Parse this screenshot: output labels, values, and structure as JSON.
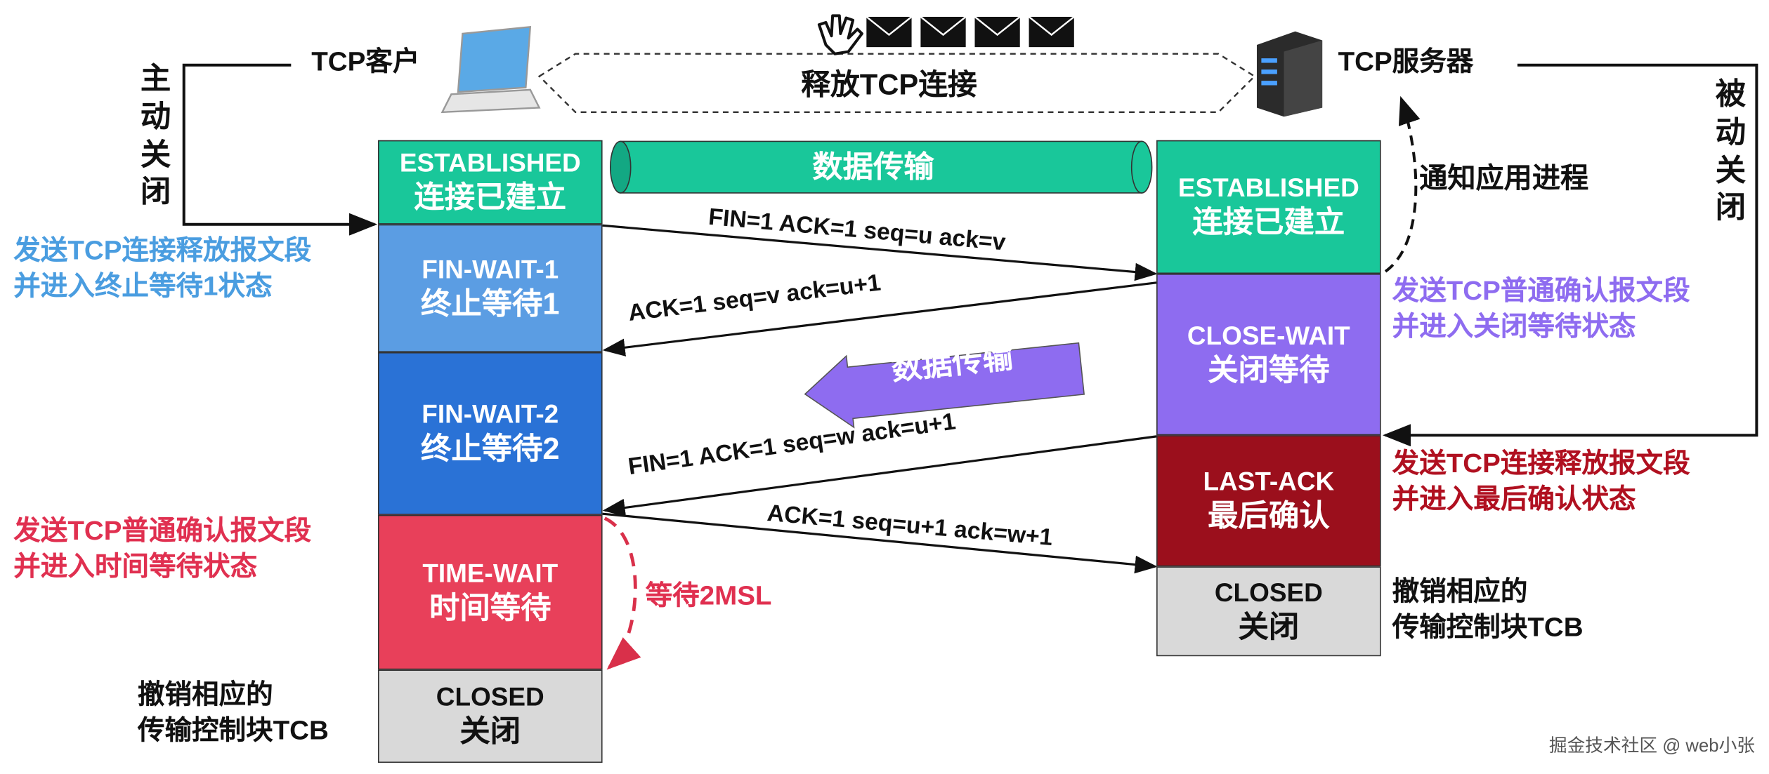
{
  "client": {
    "title": "TCP客户",
    "active_close": "主动关闭",
    "states": [
      {
        "en": "ESTABLISHED",
        "zh": "连接已建立",
        "color": "#19c79a"
      },
      {
        "en": "FIN-WAIT-1",
        "zh": "终止等待1",
        "color": "#5b9de3"
      },
      {
        "en": "FIN-WAIT-2",
        "zh": "终止等待2",
        "color": "#2a72d6"
      },
      {
        "en": "TIME-WAIT",
        "zh": "时间等待",
        "color": "#e8405a"
      },
      {
        "en": "CLOSED",
        "zh": "关闭",
        "color": "#d9d9d9"
      }
    ],
    "notes": {
      "send_fin": [
        "发送TCP连接释放报文段",
        "并进入终止等待1状态"
      ],
      "send_ack": [
        "发送TCP普通确认报文段",
        "并进入时间等待状态"
      ],
      "release_tcb": [
        "撤销相应的",
        "传输控制块TCB"
      ]
    },
    "wait_2msl": "等待2MSL"
  },
  "server": {
    "title": "TCP服务器",
    "passive_close": "被动关闭",
    "notify_app": "通知应用进程",
    "states": [
      {
        "en": "ESTABLISHED",
        "zh": "连接已建立",
        "color": "#19c79a"
      },
      {
        "en": "CLOSE-WAIT",
        "zh": "关闭等待",
        "color": "#8e6cf0"
      },
      {
        "en": "LAST-ACK",
        "zh": "最后确认",
        "color": "#9b0f1c"
      },
      {
        "en": "CLOSED",
        "zh": "关闭",
        "color": "#d9d9d9"
      }
    ],
    "notes": {
      "send_ack": [
        "发送TCP普通确认报文段",
        "并进入关闭等待状态"
      ],
      "send_fin": [
        "发送TCP连接释放报文段",
        "并进入最后确认状态"
      ],
      "release_tcb": [
        "撤销相应的",
        "传输控制块TCB"
      ]
    }
  },
  "release_label": "释放TCP连接",
  "data_transfer_1": "数据传输",
  "data_transfer_2": "数据传输",
  "messages": [
    "FIN=1   ACK=1   seq=u   ack=v",
    "ACK=1   seq=v   ack=u+1",
    "FIN=1   ACK=1   seq=w   ack=u+1",
    "ACK=1  seq=u+1  ack=w+1"
  ],
  "watermark": "掘金技术社区 @ web小张",
  "colors": {
    "blue_note": "#4a9de0",
    "purple_note": "#8e6cf0",
    "red_note": "#e03050",
    "darkred_note": "#b01020",
    "teal": "#19c79a"
  }
}
